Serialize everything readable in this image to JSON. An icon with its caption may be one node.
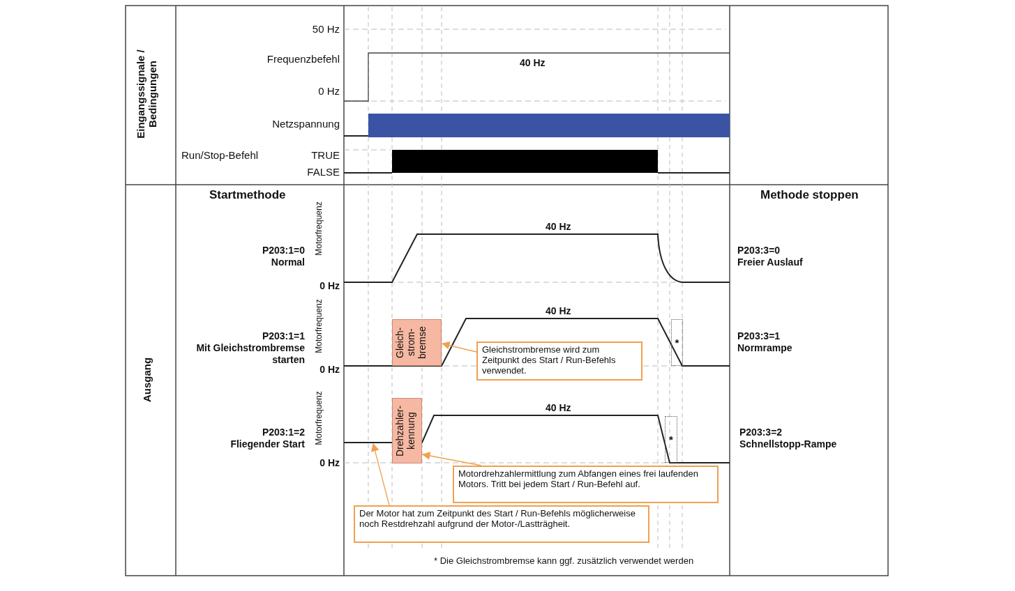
{
  "diagram": {
    "nodes": [
      {
        "text": [
          "Gleich- strom- bremse"
        ]
      },
      {
        "text": [
          "*"
        ]
      },
      {
        "text": [
          "Gleichstrombremse wird zum Zeitpunkt des Start / Run-Befehls verwendet."
        ]
      },
      {
        "text": [
          "Drehzahler- kennung"
        ]
      },
      {
        "text": [
          "*"
        ]
      },
      {
        "text": [
          "Motordrehzahlermittlung zum Abfangen eines frei laufenden Motors. Tritt bei jedem Start / Run-Befehl auf."
        ]
      },
      {
        "text": [
          "Der Motor hat zum Zeitpunkt des Start / Run-Befehls möglicherweise noch Restdrehzahl aufgrund der Motor-/Lastträgheit."
        ]
      },
      {
        "text": [],
        "shape": "line"
      }
    ],
    "edges": [
      {
        "from": 2,
        "to": 0,
        "arrow": "to"
      },
      {
        "from": 5,
        "to": 3,
        "arrow": "to"
      },
      {
        "from": 6,
        "to": 7,
        "arrow": "to"
      }
    ],
    "labels": [
      "Eingangssignale / Bedingungen",
      "50 Hz",
      "Frequenzbefehl",
      "40 Hz",
      "0 Hz",
      "Netzspannung",
      "Run/Stop-Befehl",
      "TRUE",
      "FALSE",
      "Ausgang",
      "Startmethode",
      "Methode stoppen",
      "Motorfrequenz",
      "40 Hz",
      "P203:1=0",
      "Normal",
      "P203:3=0",
      "Freier Auslauf",
      "0 Hz",
      "Motorfrequenz",
      "40 Hz",
      "P203:1=1",
      "Mit Gleichstrombremse starten",
      "P203:3=1",
      "Normrampe",
      "0 Hz",
      "Motorfrequenz",
      "40 Hz",
      "P203:1=2",
      "Fliegender Start",
      "P203:3=2",
      "Schnellstopp-Rampe",
      "0 Hz",
      "* Die Gleichstrombremse kann ggf. zusätzlich verwendet werden"
    ]
  }
}
